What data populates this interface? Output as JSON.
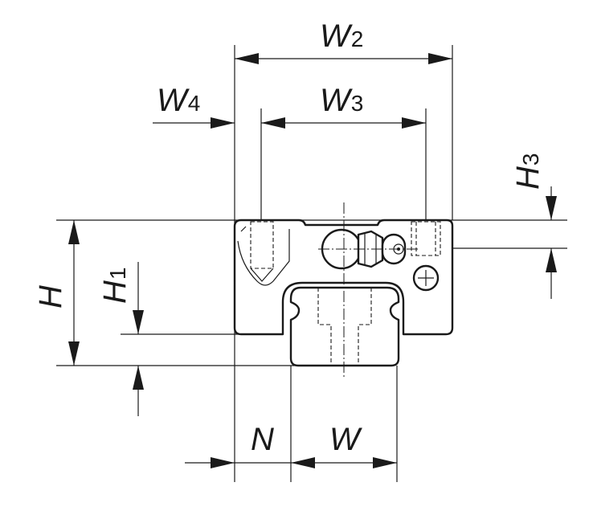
{
  "diagram": {
    "labels": {
      "W2": {
        "main": "W",
        "sub": "2"
      },
      "W4": {
        "main": "W",
        "sub": "4"
      },
      "W3": {
        "main": "W",
        "sub": "3"
      },
      "H3": {
        "main": "H",
        "sub": "3"
      },
      "H": {
        "main": "H",
        "sub": ""
      },
      "H1": {
        "main": "H",
        "sub": "1"
      },
      "N": {
        "main": "N",
        "sub": ""
      },
      "W": {
        "main": "W",
        "sub": ""
      }
    }
  }
}
